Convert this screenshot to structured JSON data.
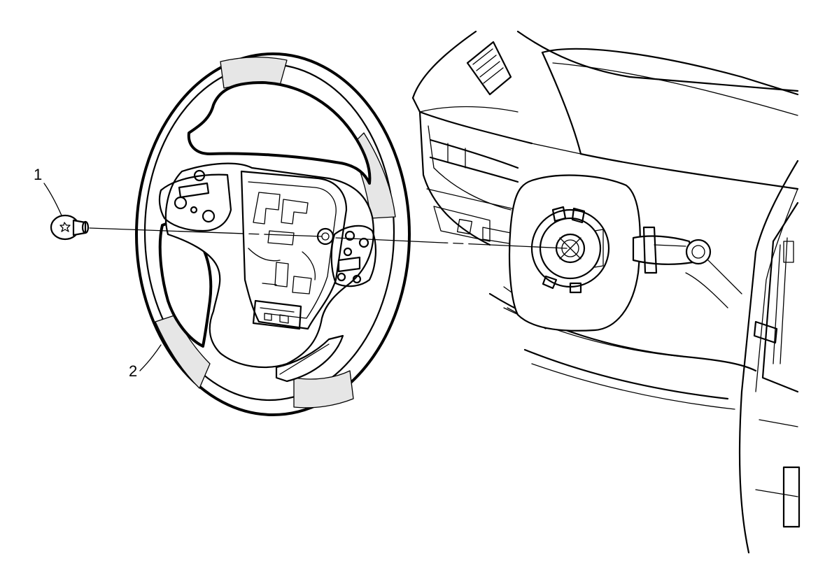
{
  "callouts": [
    {
      "id": "1",
      "label": "1"
    },
    {
      "id": "2",
      "label": "2"
    }
  ],
  "colors": {
    "line": "#000000",
    "background": "#ffffff",
    "shade": "#e6e6e6"
  }
}
